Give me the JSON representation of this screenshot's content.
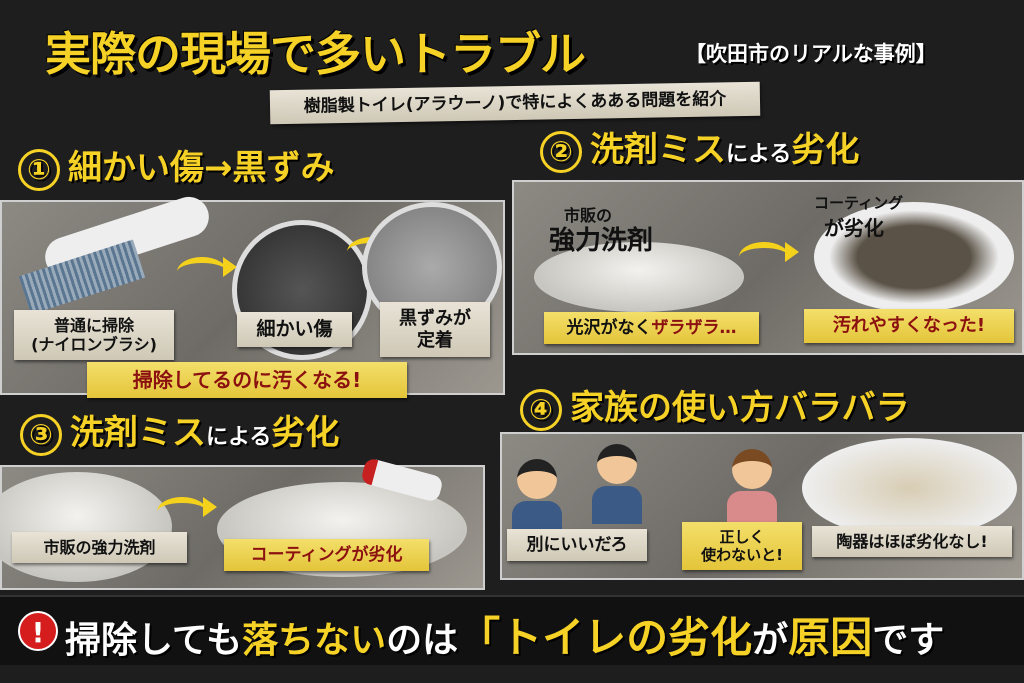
{
  "header": {
    "title": "実際の現場で多いトラブル",
    "title_suffix": "【吹田市のリアルな事例】",
    "subtitle": "樹脂製トイレ(アラウーノ)で特によくあある問題を紹介"
  },
  "panels": [
    {
      "number": "①",
      "title": "細かい傷→黒ずみ",
      "labels": [
        "普通に掃除\n(ナイロンブラシ)",
        "細かい傷",
        "黒ずみが\n定着"
      ],
      "banner": "掃除してるのに汚くなる!"
    },
    {
      "number": "②",
      "title_main": "洗剤ミス",
      "title_small": "による",
      "title_end": "劣化",
      "captions": [
        "市販の",
        "強力洗剤",
        "コーティング",
        "が劣化"
      ],
      "labels_prefix": "光沢がなく",
      "labels_red": "ザラザラ…",
      "label2": "汚れやすくなった!"
    },
    {
      "number": "③",
      "title_main": "洗剤ミス",
      "title_small": "による",
      "title_end": "劣化",
      "label1": "市販の強力洗剤",
      "label2": "コーティングが劣化"
    },
    {
      "number": "④",
      "title": "家族の使い方バラバラ",
      "label1": "別にいいだろ",
      "label2": "正しく\n使わないと!",
      "label3": "陶器はほぼ劣化なし!"
    }
  ],
  "footer": {
    "icon": "exclamation-icon",
    "text1": "掃除しても",
    "text2": "落ちない",
    "text3": "のは",
    "text4": "「トイレの劣化",
    "text5": "が",
    "text6": "原因",
    "text7": "です"
  },
  "colors": {
    "accent": "#f7d226",
    "red": "#8b1010",
    "alert": "#d51d1d"
  }
}
